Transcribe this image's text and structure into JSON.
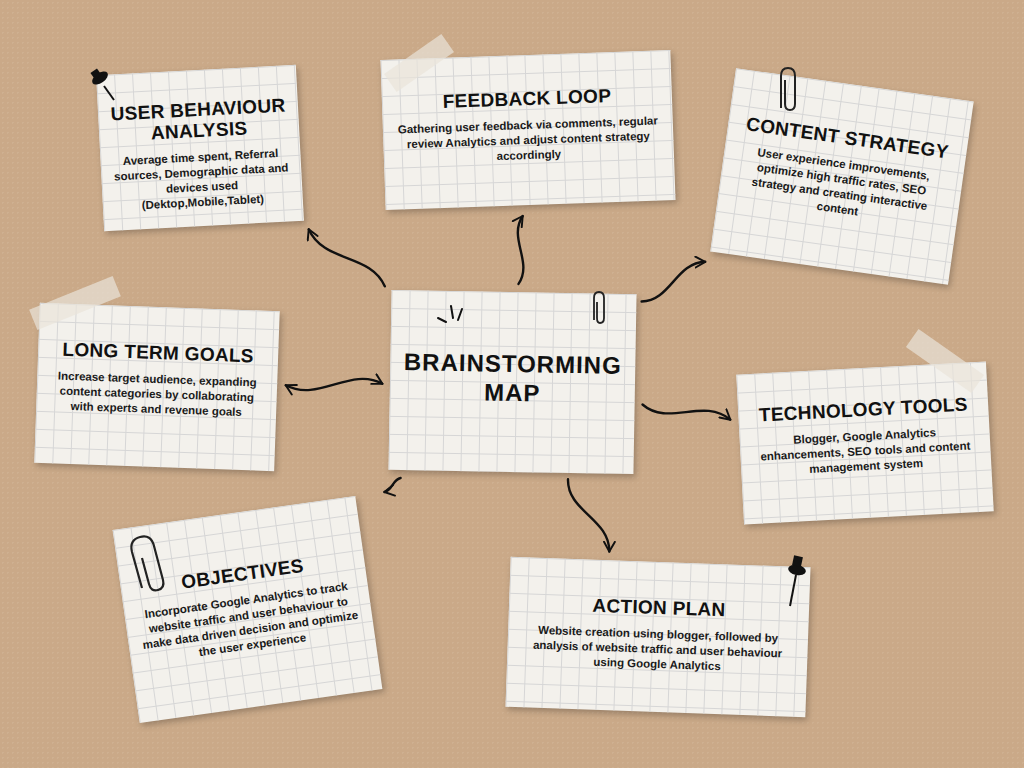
{
  "diagram": {
    "nodes": [
      {
        "text": [
          "USER BEHAVIOUR ANALYSIS",
          "Average time spent, Referral sources, Demographic data and devices used (Dektop,Mobile,Tablet)"
        ]
      },
      {
        "text": [
          "FEEDBACK LOOP",
          "Gathering user feedback via comments, regular review Analytics and adjust content strategy accordingly"
        ]
      },
      {
        "text": [
          "CONTENT STRATEGY",
          "User experience improvements, optimize high traffic rates, SEO strategy and creating interactive content"
        ]
      },
      {
        "text": [
          "LONG TERM GOALS",
          "Increase target audience, expanding content categories by collaborating with experts and revenue goals"
        ]
      },
      {
        "text": [
          "BRAINSTORMING MAP"
        ]
      },
      {
        "text": [
          "TECHNOLOGY TOOLS",
          "Blogger, Google Analytics enhancements, SEO tools and content management system"
        ]
      },
      {
        "text": [
          "OBJECTIVES",
          "Incorporate Google Analytics to track website traffic and user behaviour to make data driven decision and optimize the user experience"
        ]
      },
      {
        "text": [
          "ACTION PLAN",
          "Website creation using blogger, followed by analysis of website traffic and user behaviour using Google Analytics"
        ]
      }
    ],
    "edges": [
      {
        "from": 4,
        "to": 0,
        "arrow": "to"
      },
      {
        "from": 4,
        "to": 1,
        "arrow": "to"
      },
      {
        "from": 4,
        "to": 2,
        "arrow": "to"
      },
      {
        "from": 4,
        "to": 3,
        "arrow": "both"
      },
      {
        "from": 4,
        "to": 5,
        "arrow": "to"
      },
      {
        "from": 4,
        "to": 6,
        "arrow": "to"
      },
      {
        "from": 4,
        "to": 7,
        "arrow": "to"
      }
    ]
  }
}
